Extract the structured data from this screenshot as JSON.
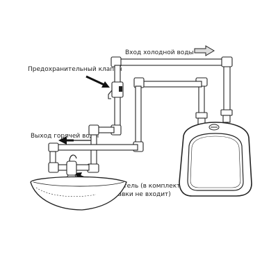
{
  "labels": {
    "cold_inlet": "Вход холодной воды",
    "safety_valve": "Предохранительный клапан",
    "hot_outlet": "Выход горячей воды",
    "mixer_line1": "Смеситель (в комплект",
    "mixer_line2": "поставки не входит)"
  },
  "colors": {
    "line": "#222222",
    "fill": "#ffffff",
    "arrow_light": "#dddddd"
  }
}
